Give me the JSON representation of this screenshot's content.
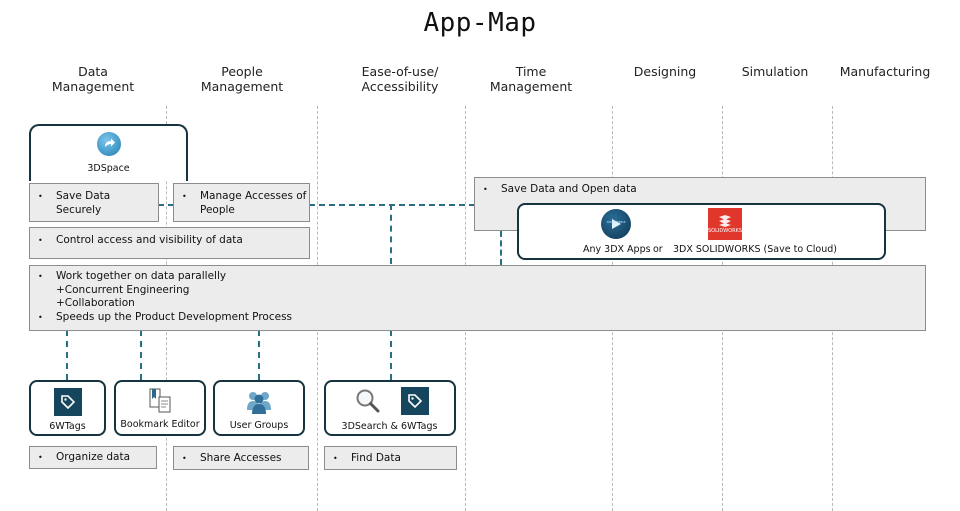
{
  "title": "App-Map",
  "columns": [
    {
      "line1": "Data",
      "line2": "Management"
    },
    {
      "line1": "People",
      "line2": "Management"
    },
    {
      "line1": "Ease-of-use/",
      "line2": "Accessibility"
    },
    {
      "line1": "Time",
      "line2": "Management"
    },
    {
      "line1": "Designing",
      "line2": ""
    },
    {
      "line1": "Simulation",
      "line2": ""
    },
    {
      "line1": "Manufacturing",
      "line2": ""
    }
  ],
  "apps": {
    "space": "3DSpace",
    "any_apps": "Any 3DX Apps",
    "or": "or",
    "solidworks": "3DX SOLIDWORKS  (Save to Cloud)",
    "solidworks_logo": "SOLIDWORKS",
    "experience_logo": "3DEXPERIENCE",
    "tags": "6WTags",
    "bookmark": "Bookmark Editor",
    "usergroups": "User Groups",
    "search": "3DSearch & 6WTags"
  },
  "notes": {
    "save_secure": [
      "Save Data",
      "Securely"
    ],
    "manage_access": [
      "Manage Accesses of",
      "People"
    ],
    "save_open": "Save Data and Open data",
    "control": "Control access and visibility of data",
    "work_together": "Work together on data parallelly",
    "concurrent": "+Concurrent  Engineering",
    "collab": "+Collaboration",
    "speeds": "Speeds up the Product Development  Process",
    "organize": "Organize data",
    "share": "Share Accesses",
    "find": "Find Data"
  },
  "colors": {
    "accent": "#16465e",
    "connector": "#2b6f86",
    "box_fill": "#ececec",
    "solidworks": "#e0362b"
  }
}
